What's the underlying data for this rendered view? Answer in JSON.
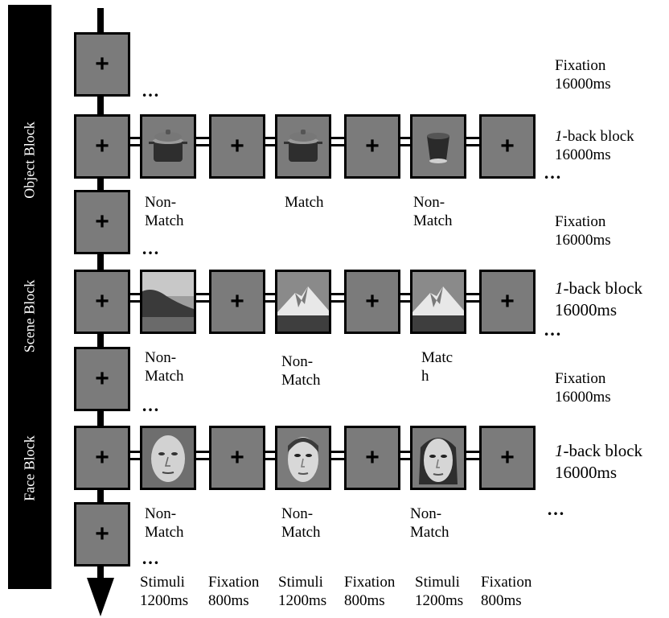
{
  "sidebar": {
    "blocks": [
      "Object Block",
      "Scene Block",
      "Face Block"
    ]
  },
  "box_symbol": "+",
  "ellipsis": "…",
  "labels": {
    "fixation": "Fixation",
    "duration": "16000ms",
    "oneback_italic": "1",
    "oneback_rest": "-back block",
    "nonmatch_1": "Non-",
    "nonmatch_2": "Match",
    "match": "Match",
    "matc_1": "Matc",
    "matc_2": "h"
  },
  "timing": [
    {
      "name": "Stimuli",
      "ms": "1200ms"
    },
    {
      "name": "Fixation",
      "ms": "800ms"
    },
    {
      "name": "Stimuli",
      "ms": "1200ms"
    },
    {
      "name": "Fixation",
      "ms": "800ms"
    },
    {
      "name": "Stimuli",
      "ms": "1200ms"
    },
    {
      "name": "Fixation",
      "ms": "800ms"
    }
  ],
  "colors": {
    "box_fill": "#7b7b7b",
    "sidebar": "#000000"
  }
}
